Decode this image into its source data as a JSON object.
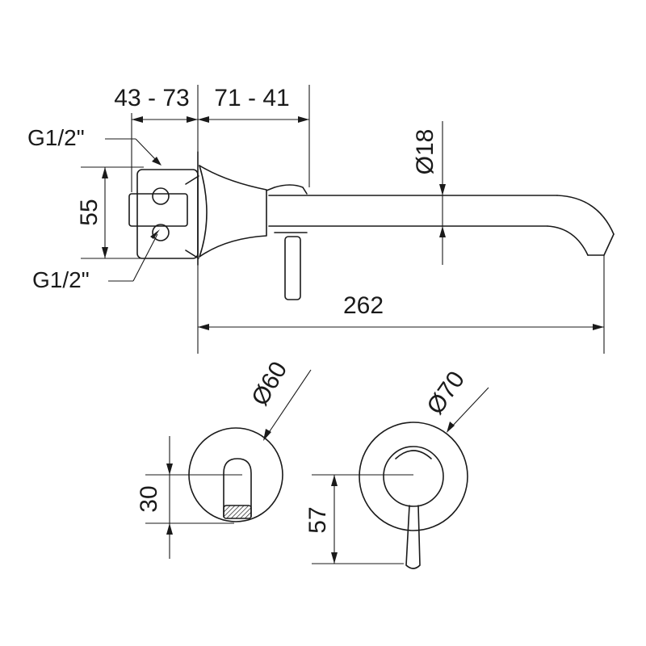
{
  "dimensions": {
    "rough_in_depth": "43 - 73",
    "projection_offset": "71 - 41",
    "inlet_top": "G1/2\"",
    "inlet_bottom": "G1/2\"",
    "inlet_spacing": "55",
    "spout_diameter": "Ø18",
    "spout_length": "262",
    "spout_plate_diameter": "Ø60",
    "spout_height": "30",
    "handle_plate_diameter": "Ø70",
    "handle_height": "57"
  }
}
